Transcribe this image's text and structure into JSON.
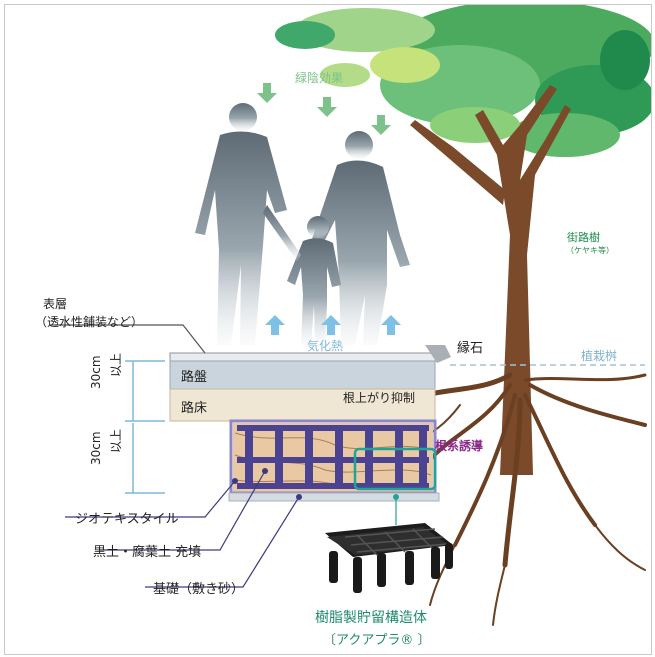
{
  "labels": {
    "green_shade": "緑陰効果",
    "evaporation": "気化熱",
    "surface_layer": "表層",
    "surface_layer_note": "（透水性舗装など）",
    "curb": "縁石",
    "roadside_tree": "街路樹",
    "roadside_tree_note": "（ケヤキ等）",
    "planting_basin": "植栽桝",
    "roadbed": "路盤",
    "subgrade": "路床",
    "root_lift_control": "根上がり抑制",
    "root_guidance": "根系誘導",
    "depth_top_cm": "30cm",
    "depth_top_more": "以上",
    "depth_bottom_cm": "30cm",
    "depth_bottom_more": "以上",
    "geotextile": "ジオテキスタイル",
    "soil_fill": "黒土・腐葉土 充填",
    "foundation": "基礎（敷き砂）",
    "product_name": "樹脂製貯留構造体",
    "product_brand": "〔アクアプラ® 〕"
  },
  "colors": {
    "green_text": "#7dc28a",
    "tree_green": "#1f8a4c",
    "blue_arrow": "#7fc0e6",
    "root_purple": "#8b2a8a",
    "frame_purple": "#3d3a80",
    "module_teal": "#1fa597",
    "roadbed_fill": "#c9d4dc",
    "subgrade_fill": "#efe6d3",
    "trunk_brown": "#7a4a2a"
  }
}
